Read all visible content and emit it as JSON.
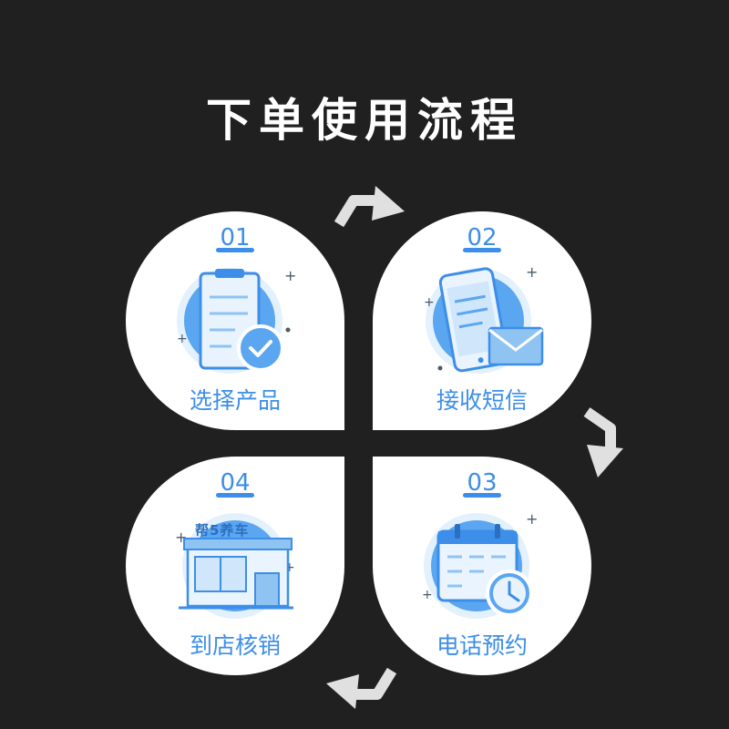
{
  "title": "下单使用流程",
  "steps": [
    {
      "number": "01",
      "label": "选择产品",
      "icon": "clipboard-check-icon"
    },
    {
      "number": "02",
      "label": "接收短信",
      "icon": "phone-message-icon"
    },
    {
      "number": "03",
      "label": "电话预约",
      "icon": "calendar-clock-icon"
    },
    {
      "number": "04",
      "label": "到店核销",
      "icon": "store-icon",
      "store_sign": "帮5养车"
    }
  ],
  "colors": {
    "background": "#202020",
    "petal": "#ffffff",
    "accent": "#3d8ee8",
    "icon_circle": "#5aa6f0",
    "icon_light": "#e3f1fd",
    "arrow": "#e0e0e0"
  }
}
